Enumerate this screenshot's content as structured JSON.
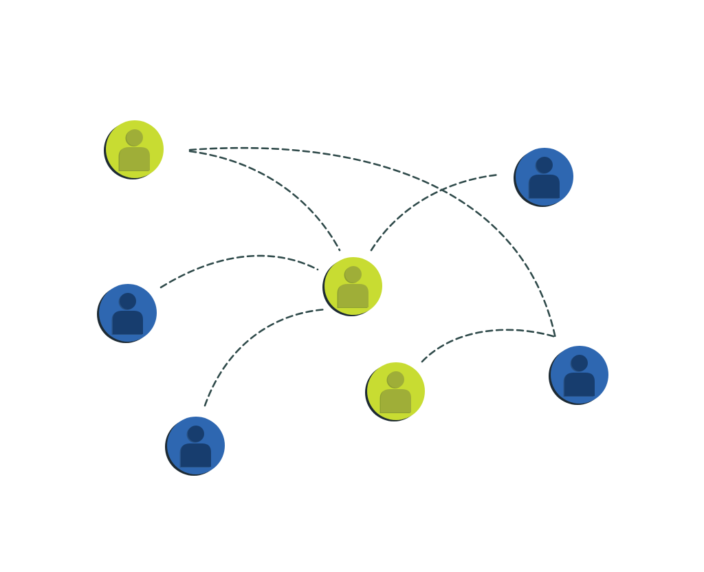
{
  "colors": {
    "background": "#ffffff",
    "link": "#2f4a4a",
    "green_fill": "#c8dc32",
    "green_figure": "#9fae38",
    "blue_fill": "#2e67b1",
    "blue_figure": "#173d6e",
    "shadow": "#1d2a33"
  },
  "nodes": [
    {
      "id": "user-top-left",
      "color": "green",
      "icon": "person-icon"
    },
    {
      "id": "user-top-right",
      "color": "blue",
      "icon": "person-icon"
    },
    {
      "id": "user-center",
      "color": "green",
      "icon": "person-icon"
    },
    {
      "id": "user-mid-left",
      "color": "blue",
      "icon": "person-icon"
    },
    {
      "id": "user-lower-middle",
      "color": "green",
      "icon": "person-icon"
    },
    {
      "id": "user-lower-right",
      "color": "blue",
      "icon": "person-icon"
    },
    {
      "id": "user-bottom-left",
      "color": "blue",
      "icon": "person-icon"
    }
  ],
  "links": [
    {
      "from": "user-top-left",
      "to": "user-lower-right"
    },
    {
      "from": "user-top-left",
      "to": "user-center"
    },
    {
      "from": "user-center",
      "to": "user-top-right"
    },
    {
      "from": "user-mid-left",
      "to": "user-center"
    },
    {
      "from": "user-bottom-left",
      "to": "user-center"
    },
    {
      "from": "user-lower-middle",
      "to": "user-lower-right"
    }
  ]
}
